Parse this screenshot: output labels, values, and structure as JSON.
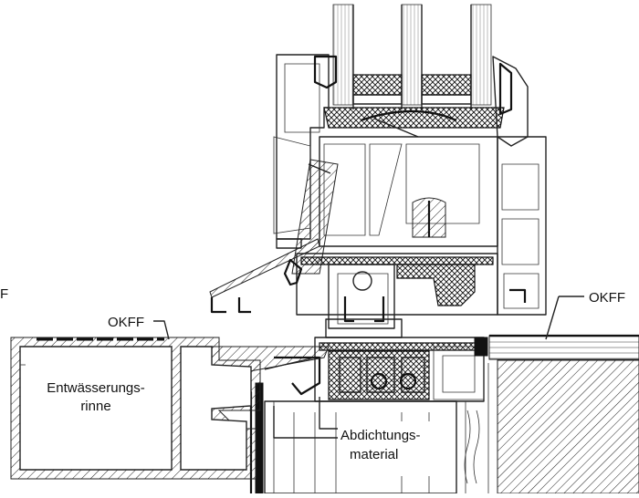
{
  "labels": {
    "okff_left": "OKFF",
    "okff_right": "OKFF",
    "okff_edge": "F",
    "drain_line1": "Entwässerungs-",
    "drain_line2": "rinne",
    "seal_line1": "Abdichtungs-",
    "seal_line2": "material"
  },
  "colors": {
    "stroke": "#222222",
    "background": "#ffffff"
  }
}
